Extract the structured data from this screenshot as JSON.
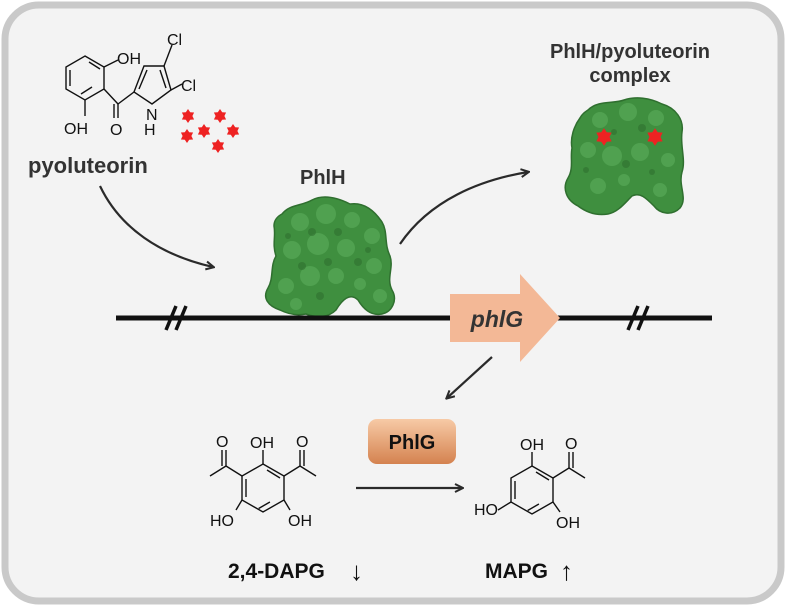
{
  "colors": {
    "panel_bg": "#f3f3f3",
    "panel_border": "#c9c9c9",
    "protein_green": "#3f8f3f",
    "ligand_red": "#ee2222",
    "gene_arrow": "#f3b896",
    "enzyme_box_top": "#f6c49e",
    "enzyme_box_bottom": "#d98a58",
    "dna_line": "#111111"
  },
  "labels": {
    "pyoluteorin": "pyoluteorin",
    "phlh": "PhlH",
    "complex_line1": "PhlH/pyoluteorin",
    "complex_line2": "complex",
    "gene": "phlG",
    "enzyme": "PhlG",
    "substrate": "2,4-DAPG",
    "substrate_trend": "↓",
    "product": "MAPG",
    "product_trend": "↑"
  },
  "chem_atoms": {
    "pyo_oh_top": "OH",
    "pyo_oh_bottom": "OH",
    "pyo_o": "O",
    "pyo_nh_n": "N",
    "pyo_nh_h": "H",
    "pyo_cl1": "Cl",
    "pyo_cl2": "Cl",
    "dapg_oh_top": "OH",
    "dapg_o_left": "O",
    "dapg_o_right": "O",
    "dapg_ho_left": "HO",
    "dapg_oh_right": "OH",
    "mapg_oh_top": "OH",
    "mapg_o": "O",
    "mapg_ho": "HO",
    "mapg_oh_right": "OH"
  }
}
